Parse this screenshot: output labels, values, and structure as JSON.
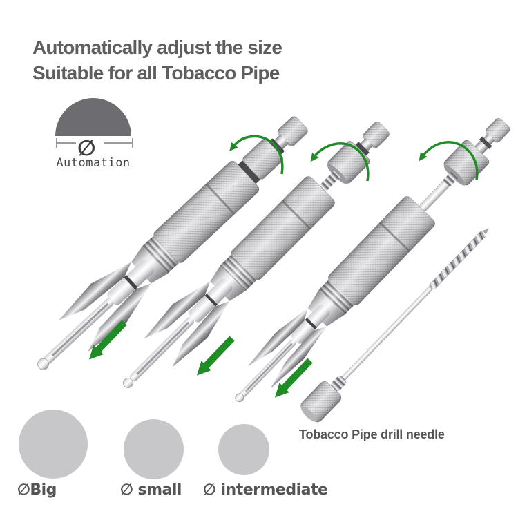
{
  "title": {
    "line1": "Automatically adjust the size",
    "line2": "Suitable for all Tobacco Pipe"
  },
  "automation_badge": {
    "diameter_symbol": "∅",
    "label": "Automation"
  },
  "needle": {
    "caption": "Tobacco Pipe drill needle"
  },
  "size_legend": {
    "items": [
      {
        "text": "∅Big"
      },
      {
        "text": "∅ small"
      },
      {
        "text": "∅ intermediate"
      }
    ]
  },
  "icons": {
    "rotation_arrow": "curved-green-arrow-counterclockwise",
    "slide_arrow": "straight-green-arrow-down-left",
    "size_semicircle": "gray-half-circle-with-diameter-measure"
  },
  "colors": {
    "title_text": "#5e5e60",
    "label_text": "#545456",
    "mono_text": "#47474a",
    "arrow_green": "#1f8c26",
    "shape_gray": "#6d6d71",
    "circle_gray": "#c7c7c9"
  }
}
